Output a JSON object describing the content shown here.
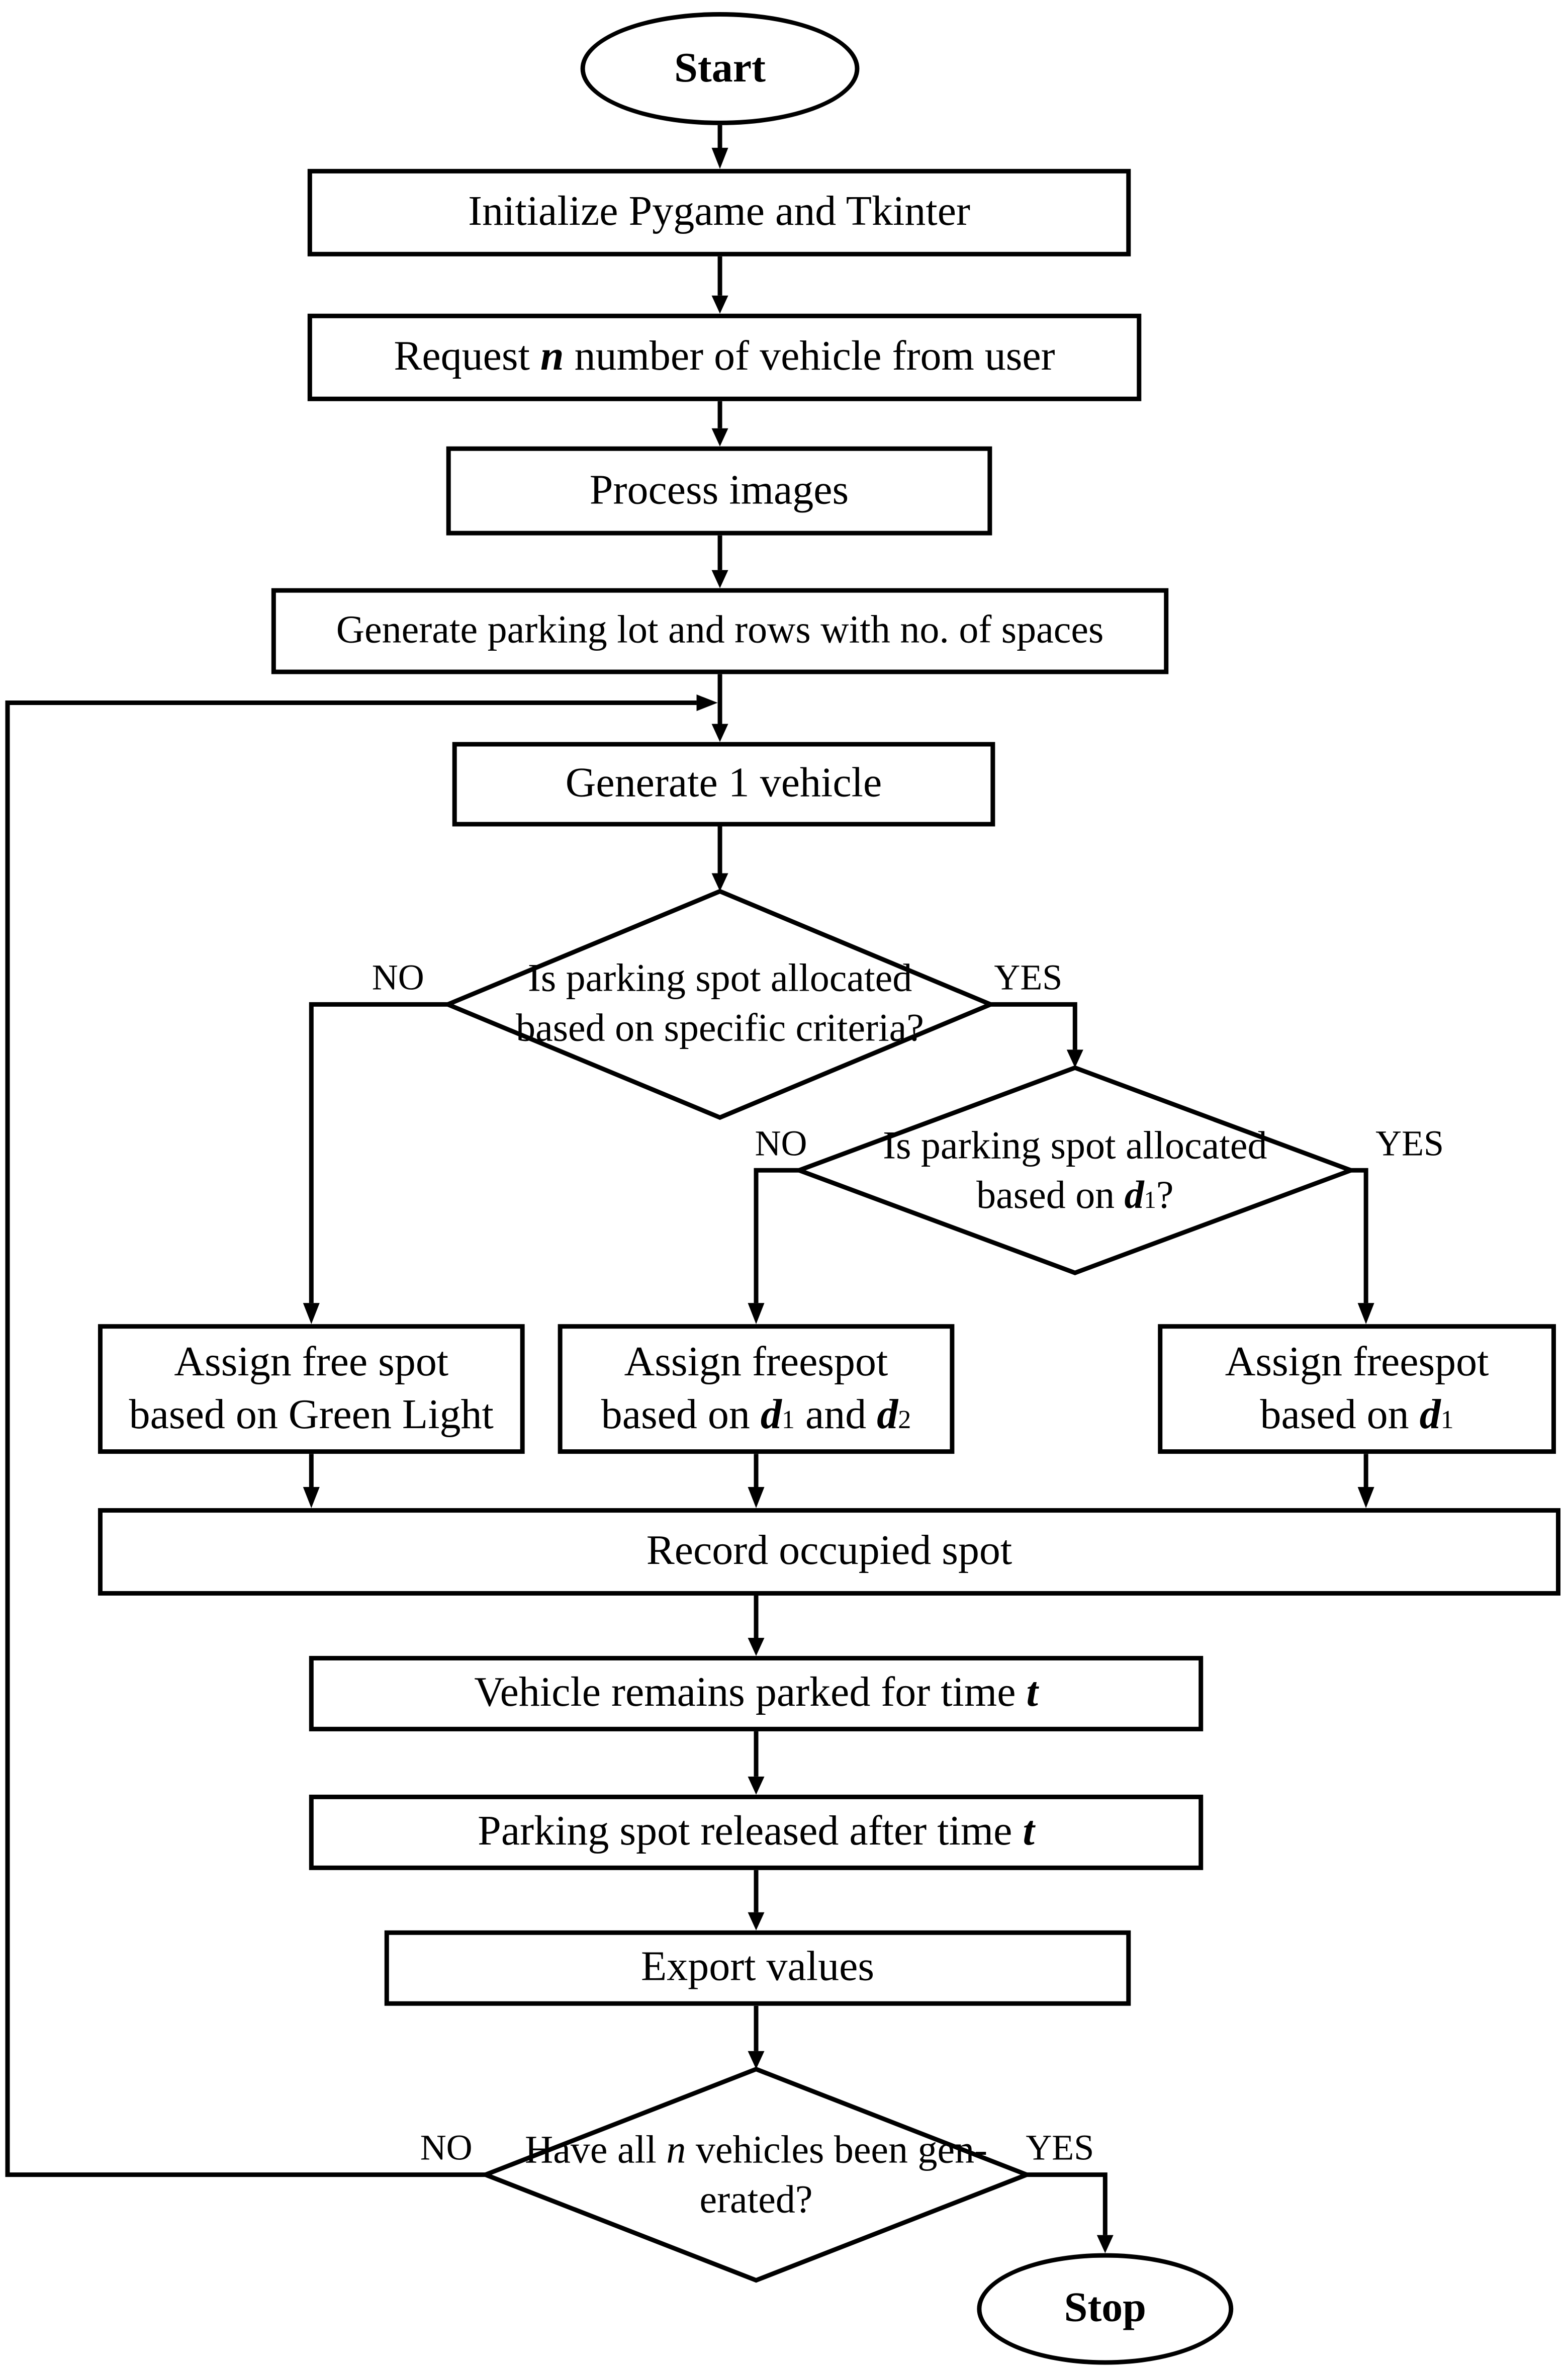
{
  "colors": {
    "stroke": "#000000",
    "background": "#ffffff",
    "text": "#000000"
  },
  "labels": {
    "no": "NO",
    "yes": "YES"
  },
  "nodes": {
    "start": {
      "type": "terminator",
      "lines": [
        [
          {
            "t": "Start"
          }
        ]
      ]
    },
    "init": {
      "type": "process",
      "lines": [
        [
          {
            "t": "Initialize Pygame and Tkinter"
          }
        ]
      ]
    },
    "request": {
      "type": "process",
      "lines": [
        [
          {
            "t": "Request "
          },
          {
            "t": "n",
            "s": "var"
          },
          {
            "t": " number of vehicle from user"
          }
        ]
      ]
    },
    "process_images": {
      "type": "process",
      "lines": [
        [
          {
            "t": "Process images"
          }
        ]
      ]
    },
    "generate_lot": {
      "type": "process",
      "lines": [
        [
          {
            "t": "Generate parking lot and rows with no. of spaces"
          }
        ]
      ]
    },
    "generate_vehicle": {
      "type": "process",
      "lines": [
        [
          {
            "t": "Generate 1 vehicle"
          }
        ]
      ]
    },
    "decision_criteria": {
      "type": "decision",
      "lines": [
        [
          {
            "t": "Is parking spot allocated"
          }
        ],
        [
          {
            "t": "based on specific criteria?"
          }
        ]
      ]
    },
    "decision_d1": {
      "type": "decision",
      "lines": [
        [
          {
            "t": "Is parking spot allocated"
          }
        ],
        [
          {
            "t": "based on "
          },
          {
            "t": "d",
            "s": "var"
          },
          {
            "t": "1",
            "s": "sub"
          },
          {
            "t": "?"
          }
        ]
      ]
    },
    "assign_green": {
      "type": "process",
      "lines": [
        [
          {
            "t": "Assign free spot"
          }
        ],
        [
          {
            "t": "based on Green Light"
          }
        ]
      ]
    },
    "assign_d1_d2": {
      "type": "process",
      "lines": [
        [
          {
            "t": "Assign freespot"
          }
        ],
        [
          {
            "t": "based on "
          },
          {
            "t": "d",
            "s": "var"
          },
          {
            "t": "1",
            "s": "sub"
          },
          {
            "t": " and "
          },
          {
            "t": "d",
            "s": "var"
          },
          {
            "t": "2",
            "s": "sub"
          }
        ]
      ]
    },
    "assign_d1": {
      "type": "process",
      "lines": [
        [
          {
            "t": "Assign freespot"
          }
        ],
        [
          {
            "t": "based on "
          },
          {
            "t": "d",
            "s": "var"
          },
          {
            "t": "1",
            "s": "sub"
          }
        ]
      ]
    },
    "record": {
      "type": "process",
      "lines": [
        [
          {
            "t": "Record occupied spot"
          }
        ]
      ]
    },
    "parked": {
      "type": "process",
      "lines": [
        [
          {
            "t": "Vehicle remains parked for time "
          },
          {
            "t": "t",
            "s": "var"
          }
        ]
      ]
    },
    "released": {
      "type": "process",
      "lines": [
        [
          {
            "t": "Parking spot released after time "
          },
          {
            "t": "t",
            "s": "var"
          }
        ]
      ]
    },
    "export_values": {
      "type": "process",
      "lines": [
        [
          {
            "t": "Export values"
          }
        ]
      ]
    },
    "decision_all_generated": {
      "type": "decision",
      "lines": [
        [
          {
            "t": "Have all "
          },
          {
            "t": "n",
            "s": "i"
          },
          {
            "t": " vehicles been gen-"
          }
        ],
        [
          {
            "t": "erated?"
          }
        ]
      ]
    },
    "stop": {
      "type": "terminator",
      "lines": [
        [
          {
            "t": "Stop"
          }
        ]
      ]
    }
  }
}
